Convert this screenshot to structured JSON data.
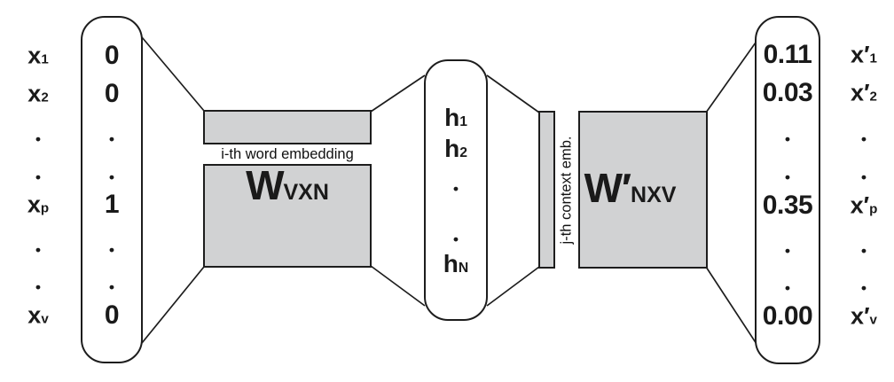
{
  "diagram_name": "word2vec embedding network",
  "colors": {
    "matrix_fill": "#d1d2d3",
    "stroke": "#1d1d1d",
    "background": "#ffffff"
  },
  "left_input": {
    "labels": [
      {
        "t": "x",
        "s": "1"
      },
      {
        "t": "x",
        "s": "2"
      },
      {
        "t": "•",
        "s": ""
      },
      {
        "t": "•",
        "s": ""
      },
      {
        "t": "x",
        "s": "p"
      },
      {
        "t": "•",
        "s": ""
      },
      {
        "t": "•",
        "s": ""
      },
      {
        "t": "x",
        "s": "v"
      }
    ],
    "values": [
      "0",
      "0",
      "•",
      "•",
      "1",
      "•",
      "•",
      "0"
    ]
  },
  "embedding_matrix": {
    "name": "W",
    "sub": "VXN",
    "strip": "i-th word embedding"
  },
  "hidden_layer": {
    "units": [
      {
        "t": "h",
        "s": "1"
      },
      {
        "t": "h",
        "s": "2"
      },
      {
        "t": "•",
        "s": ""
      },
      {
        "t": "•",
        "s": ""
      },
      {
        "t": "h",
        "s": "N"
      }
    ]
  },
  "context_matrix": {
    "name": "W′",
    "sub": "NXV",
    "strip": "j-th context emb."
  },
  "output": {
    "values": [
      "0.11",
      "0.03",
      "•",
      "•",
      "0.35",
      "•",
      "•",
      "0.00"
    ],
    "labels": [
      {
        "t": "x′",
        "s": "1"
      },
      {
        "t": "x′",
        "s": "2"
      },
      {
        "t": "•",
        "s": ""
      },
      {
        "t": "•",
        "s": ""
      },
      {
        "t": "x′",
        "s": "p"
      },
      {
        "t": "•",
        "s": ""
      },
      {
        "t": "•",
        "s": ""
      },
      {
        "t": "x′",
        "s": "v"
      }
    ]
  }
}
